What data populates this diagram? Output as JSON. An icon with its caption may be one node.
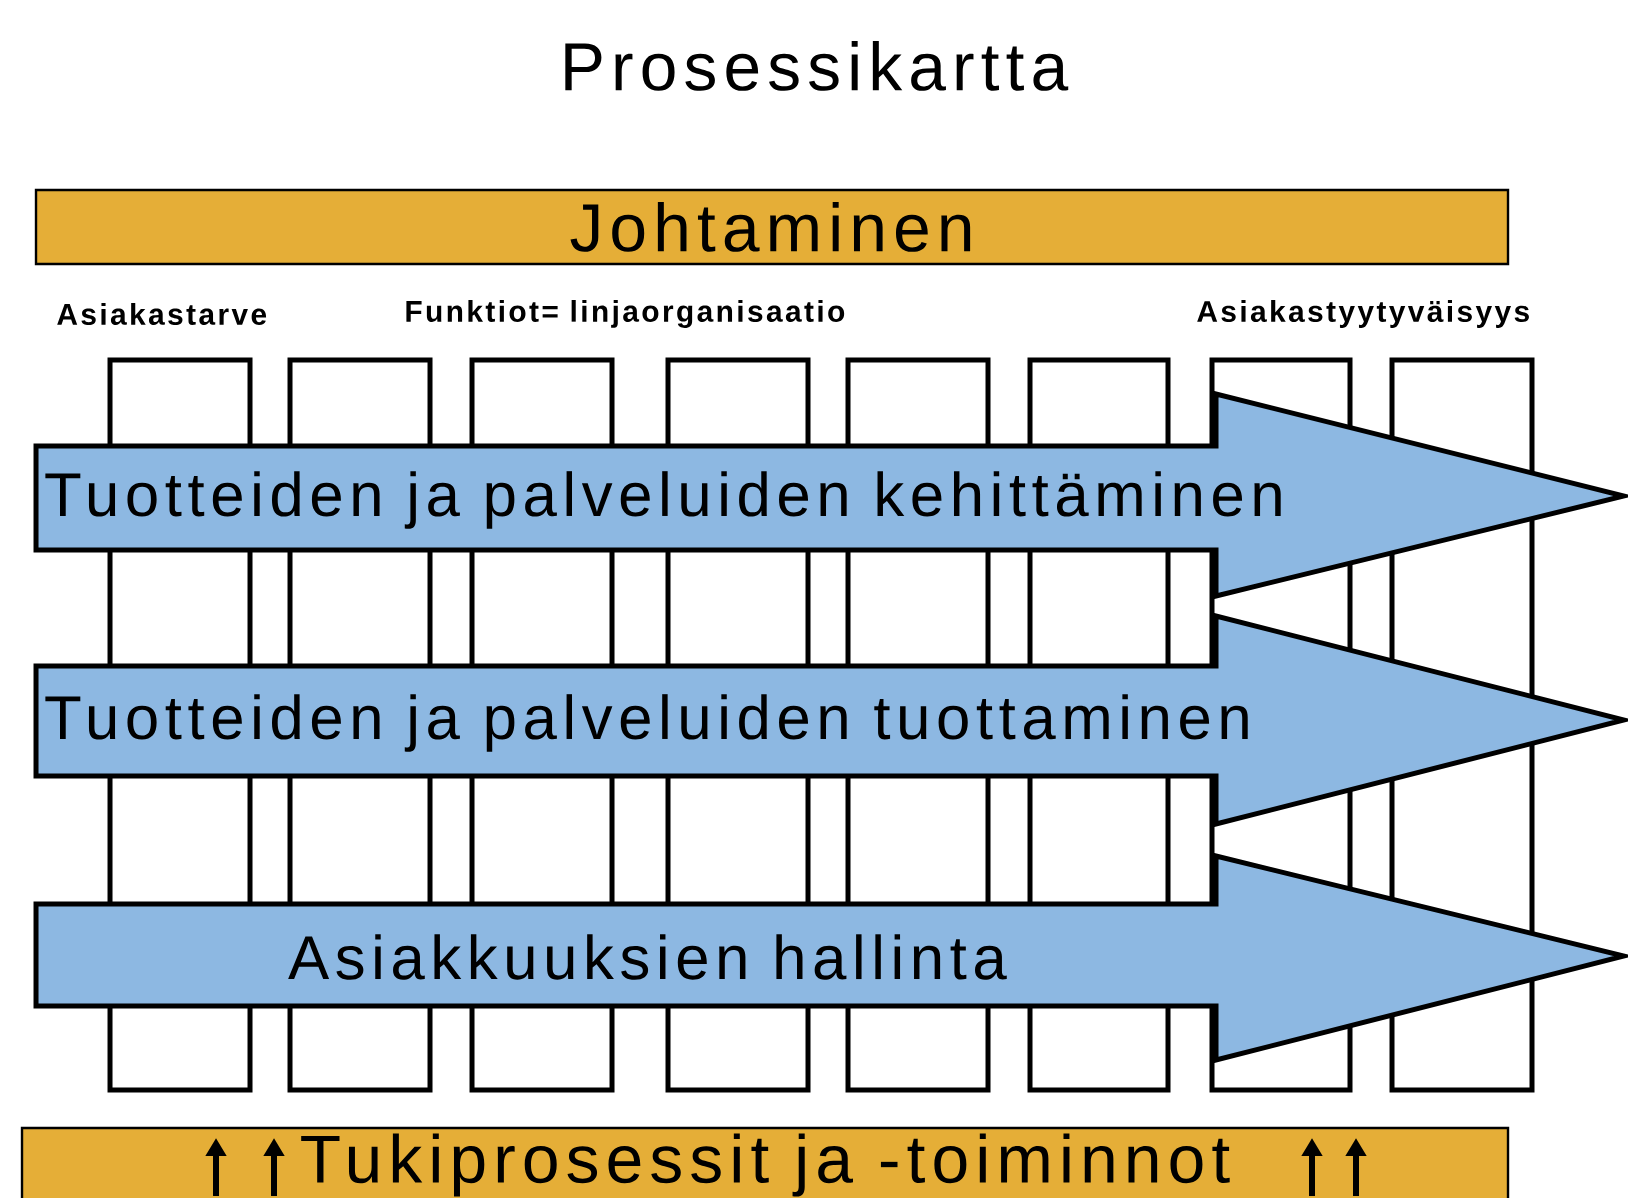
{
  "diagram": {
    "title": "Prosessikartta",
    "nodes": [
      {
        "text": [
          "Johtaminen"
        ]
      },
      {
        "text": [],
        "shape": "bar"
      },
      {
        "text": [],
        "shape": "bar"
      },
      {
        "text": [],
        "shape": "bar"
      },
      {
        "text": [],
        "shape": "bar"
      },
      {
        "text": [],
        "shape": "bar"
      },
      {
        "text": [],
        "shape": "bar"
      },
      {
        "text": [],
        "shape": "bar"
      },
      {
        "text": [],
        "shape": "bar"
      },
      {
        "text": [
          "Tuotteiden ja palveluiden kehittäminen"
        ]
      },
      {
        "text": [
          "Tuotteiden ja palveluiden tuottaminen"
        ]
      },
      {
        "text": [
          "Asiakkuuksien hallinta"
        ]
      },
      {
        "text": [
          "Tukiprosessit ja -toiminnot"
        ]
      }
    ],
    "labels": [
      "Asiakastarve",
      "Funktiot= linjaorganisaatio",
      "Asiakastyytyväisyys"
    ]
  }
}
